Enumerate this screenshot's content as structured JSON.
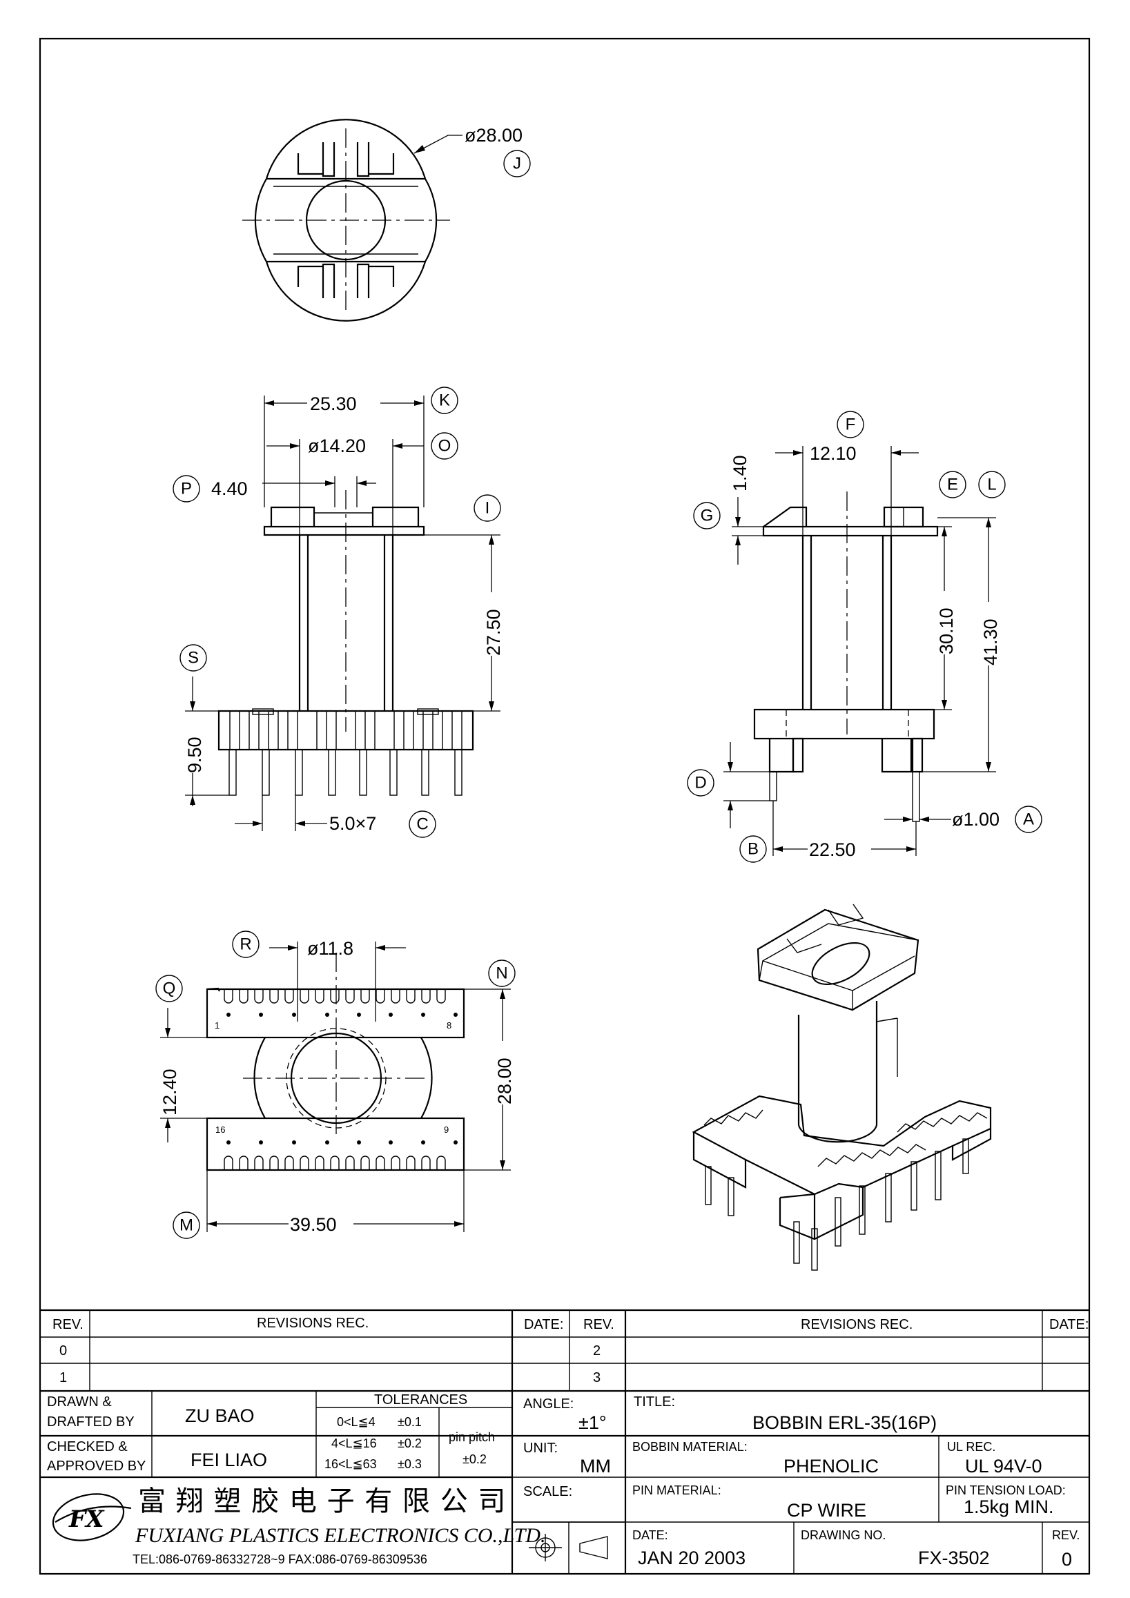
{
  "views": {
    "top": {
      "dims": [
        {
          "value": "ø28.00",
          "label": "J"
        }
      ]
    },
    "front": {
      "dims": [
        {
          "value": "25.30",
          "label": "K"
        },
        {
          "value": "ø14.20",
          "label": "O"
        },
        {
          "value": "4.40",
          "label": "P"
        },
        {
          "value": "27.50",
          "label": "I"
        },
        {
          "value": "9.50",
          "label": "S"
        },
        {
          "value": "5.0×7",
          "label": "C"
        }
      ]
    },
    "side": {
      "dims": [
        {
          "value": "12.10",
          "label": "F"
        },
        {
          "value": "1.40",
          "label": "G"
        },
        {
          "value": "30.10",
          "label": "E"
        },
        {
          "value": "41.30",
          "label": "L"
        },
        {
          "value": "",
          "label": "D"
        },
        {
          "value": "ø1.00",
          "label": "A"
        },
        {
          "value": "22.50",
          "label": "B"
        }
      ]
    },
    "bottom": {
      "dims": [
        {
          "value": "ø11.8",
          "label": "R"
        },
        {
          "value": "12.40",
          "label": "Q"
        },
        {
          "value": "28.00",
          "label": "N"
        },
        {
          "value": "39.50",
          "label": "M"
        }
      ],
      "pin_numbers": {
        "top_left": "1",
        "top_right": "8",
        "bottom_left": "16",
        "bottom_right": "9"
      }
    }
  },
  "title_block": {
    "revisions": {
      "headers": {
        "rev": "REV.",
        "rec": "REVISIONS  REC.",
        "date": "DATE:"
      },
      "left_rows": [
        "0",
        "1"
      ],
      "right_rows": [
        "2",
        "3"
      ]
    },
    "drawn_label": [
      "DRAWN &",
      "DRAFTED BY"
    ],
    "drawn_by": "ZU  BAO",
    "checked_label": [
      "CHECKED &",
      "APPROVED BY"
    ],
    "checked_by": "FEI LIAO",
    "tolerances": {
      "title": "TOLERANCES",
      "rows": [
        {
          "range": "0<L≦4",
          "tol": "±0.1"
        },
        {
          "range": "4<L≦16",
          "tol": "±0.2"
        },
        {
          "range": "16<L≦63",
          "tol": "±0.3"
        }
      ],
      "pin_pitch_label": "pin pitch",
      "pin_pitch_tol": "±0.2"
    },
    "angle": {
      "label": "ANGLE:",
      "value": "±1°"
    },
    "unit": {
      "label": "UNIT:",
      "value": "MM"
    },
    "scale": {
      "label": "SCALE:"
    },
    "title": {
      "label": "TITLE:",
      "value": "BOBBIN  ERL-35(16P)"
    },
    "bobbin_material": {
      "label": "BOBBIN MATERIAL:",
      "value": "PHENOLIC"
    },
    "ul_rec": {
      "label": "UL REC.",
      "value": "UL 94V-0"
    },
    "pin_material": {
      "label": "PIN MATERIAL:",
      "value": "CP WIRE"
    },
    "pin_tension": {
      "label": "PIN TENSION LOAD:",
      "value": "1.5kg  MIN."
    },
    "date": {
      "label": "DATE:",
      "value": "JAN  20  2003"
    },
    "drawing_no": {
      "label": "DRAWING NO.",
      "value": "FX-3502"
    },
    "rev": {
      "label": "REV.",
      "value": "0"
    },
    "company": {
      "logo_text": "FX",
      "name_cn": "富 翔 塑 胶 电 子 有 限 公 司",
      "name_en": "FUXIANG PLASTICS ELECTRONICS CO.,LTD.",
      "contact": "TEL:086-0769-86332728~9  FAX:086-0769-86309536"
    }
  }
}
